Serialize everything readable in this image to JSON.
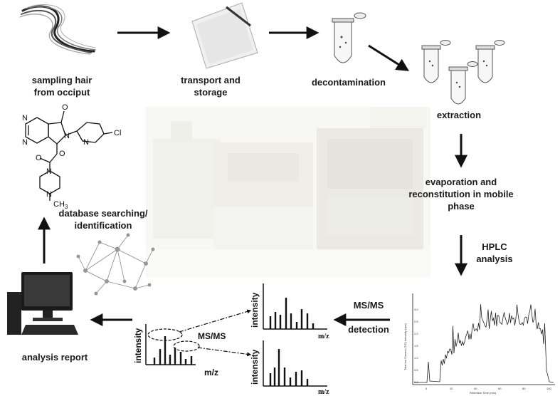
{
  "labels": {
    "sampling": "sampling hair\nfrom occiput",
    "transport": "transport and\nstorage",
    "decontamination": "decontamination",
    "extraction": "extraction",
    "evaporation": "evaporation and\nreconstitution in mobile\nphase",
    "hplc": "HPLC\nanalysis",
    "msms_detection": "MS/MS\n\ndetection",
    "database": "database searching/\nidentification",
    "report": "analysis report"
  },
  "molecule": {
    "cl": "Cl",
    "ch3": "CH",
    "ch3_sub": "3"
  },
  "spectra": {
    "intensity": "intensity",
    "mz": "m/z",
    "msms": "MS/MS"
  },
  "chromatogram": {
    "xlabel": "Retention Time (min)",
    "ylabel": "Total Ion Current (TIC) Intensity (cps)",
    "x_ticks": [
      "0",
      "20",
      "40",
      "60",
      "80",
      "100"
    ],
    "y_ticks": [
      "0.0",
      "0.5",
      "1.0",
      "1.5",
      "2.0",
      "2.5",
      "3.0"
    ]
  },
  "colors": {
    "arrow": "#111111",
    "text": "#1a1a1a",
    "background_photo": "#f1f1ec"
  },
  "icons": [
    "hair-icon",
    "bag-icon",
    "tube-icon",
    "computer-icon",
    "network-icon",
    "lab-instrument-photo"
  ]
}
